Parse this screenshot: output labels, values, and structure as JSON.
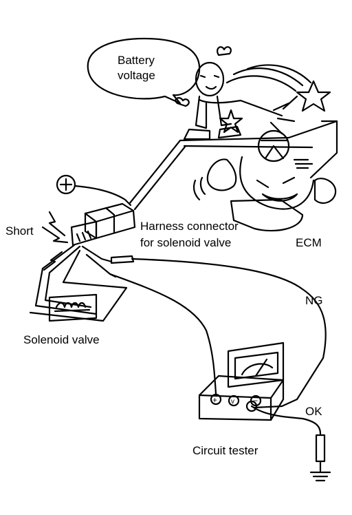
{
  "labels": {
    "bubble_line1": "Battery",
    "bubble_line2": "voltage",
    "short": "Short",
    "harness_line1": "Harness connector",
    "harness_line2": "for solenoid valve",
    "ecm": "ECM",
    "ng": "NG",
    "solenoid": "Solenoid valve",
    "ok": "OK",
    "tester": "Circuit tester"
  },
  "colors": {
    "ink": "#000000",
    "paper": "#ffffff"
  }
}
